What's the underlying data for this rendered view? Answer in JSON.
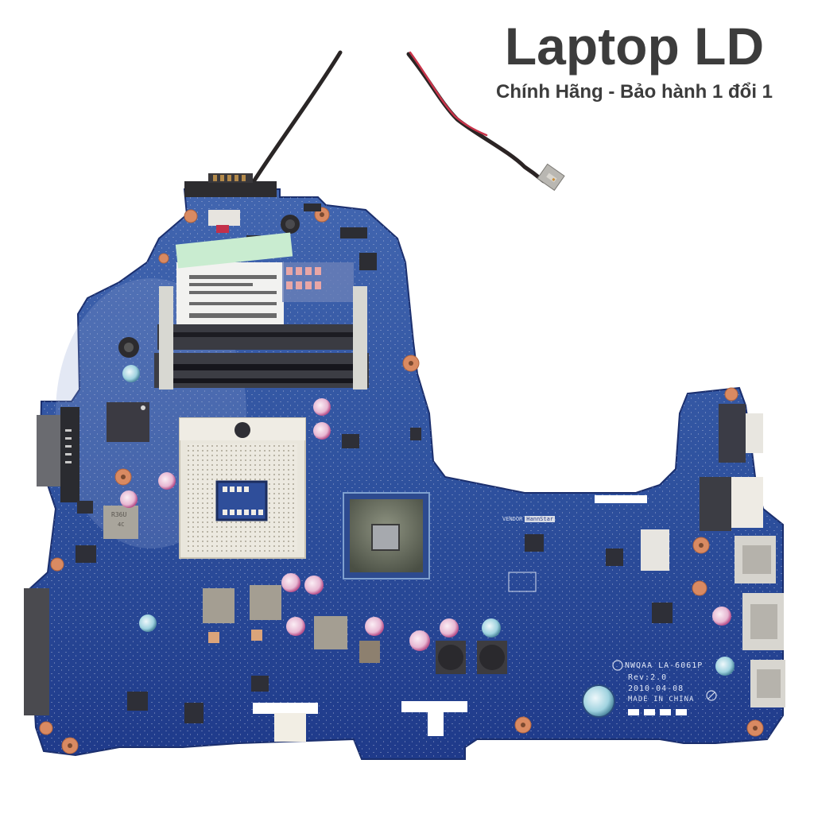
{
  "brand": {
    "title": "Laptop LD",
    "subtitle": "Chính Hãng - Bảo hành 1 đổi 1",
    "text_color": "#3c3c3c"
  },
  "image": {
    "subject": "laptop-motherboard",
    "description": "Blue laptop mainboard with CPU socket, chipset, two RAM slots, side I/O connectors and DC jack cable",
    "pcb_color": "#2b4a9a",
    "background": "#ffffff"
  },
  "board_silkscreen": {
    "model_line": "NWQAA  LA-6061P",
    "revision": "Rev:2.0",
    "date": "2010-04-08",
    "origin": "MADE IN CHINA"
  },
  "vendor_label": {
    "prefix": "VENDOR",
    "name": "HannStar"
  },
  "inductor_marking": "R36U 4C"
}
